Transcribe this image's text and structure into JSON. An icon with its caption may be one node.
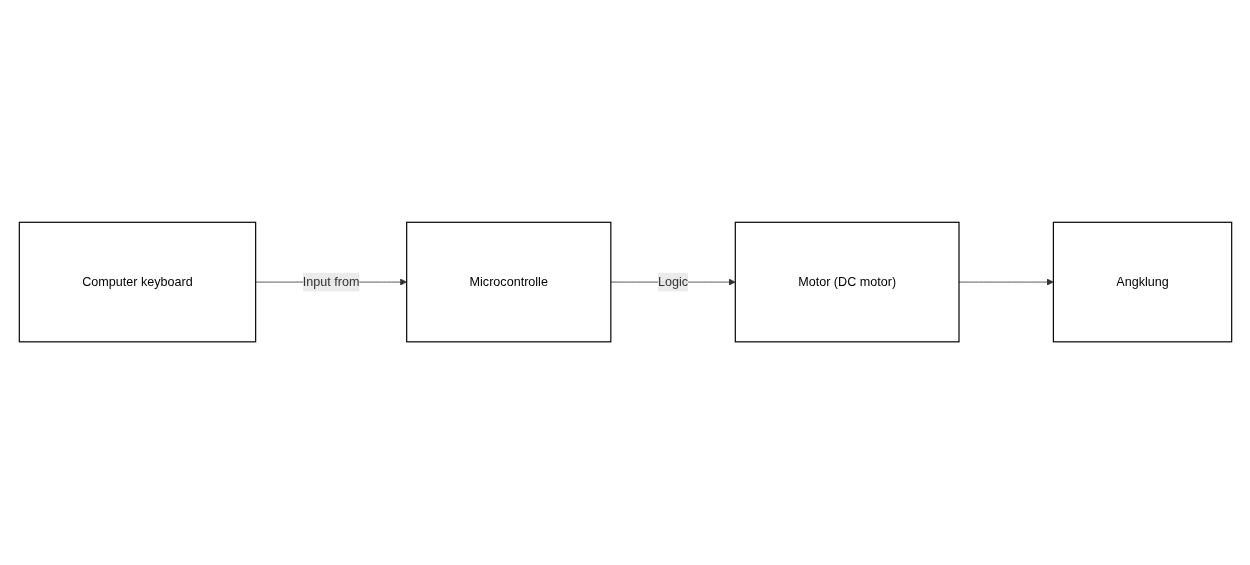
{
  "diagram": {
    "nodes": [
      {
        "text": [
          "Computer keyboard"
        ]
      },
      {
        "text": [
          "Microcontrolle"
        ]
      },
      {
        "text": [
          "Motor (DC motor)"
        ]
      },
      {
        "text": [
          "Angklung"
        ]
      }
    ],
    "edges": [
      {
        "from": 0,
        "to": 1,
        "arrow": "to",
        "label": "Input from"
      },
      {
        "from": 1,
        "to": 2,
        "arrow": "to",
        "label": "Logic"
      },
      {
        "from": 2,
        "to": 3,
        "arrow": "to"
      }
    ]
  }
}
